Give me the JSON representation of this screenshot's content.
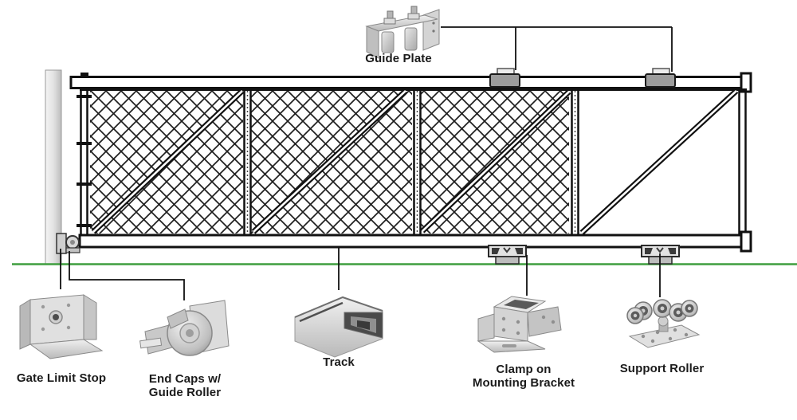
{
  "diagram": {
    "labels": {
      "guide_plate": "Guide Plate",
      "gate_limit_stop": "Gate Limit Stop",
      "end_caps_line1": "End Caps w/",
      "end_caps_line2": "Guide Roller",
      "track": "Track",
      "clamp_line1": "Clamp on",
      "clamp_line2": "Mounting Bracket",
      "support_roller": "Support Roller"
    },
    "colors": {
      "ground_line": "#3f9e3f",
      "frame_black": "#111111",
      "clamp_gray": "#9c9c9c",
      "hardware_light_gray": "#d9d9d9"
    }
  }
}
